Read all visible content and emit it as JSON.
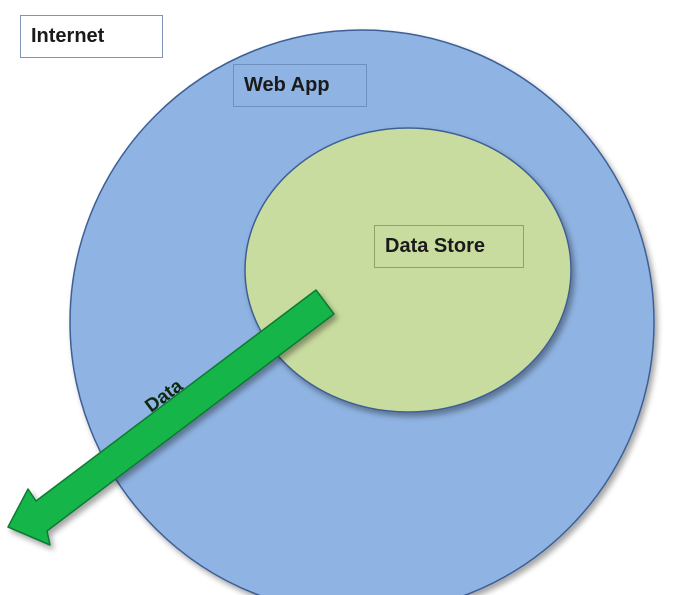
{
  "labels": {
    "internet": "Internet",
    "web_app": "Web App",
    "data_store": "Data Store",
    "arrow": "Data"
  },
  "colors": {
    "web_app_fill": "#8fb3e2",
    "web_app_stroke": "#3d5f95",
    "data_store_fill": "#c9dc9f",
    "data_store_stroke": "#3d5f95",
    "arrow_fill": "#15b54a",
    "arrow_stroke": "#0d7a30"
  }
}
